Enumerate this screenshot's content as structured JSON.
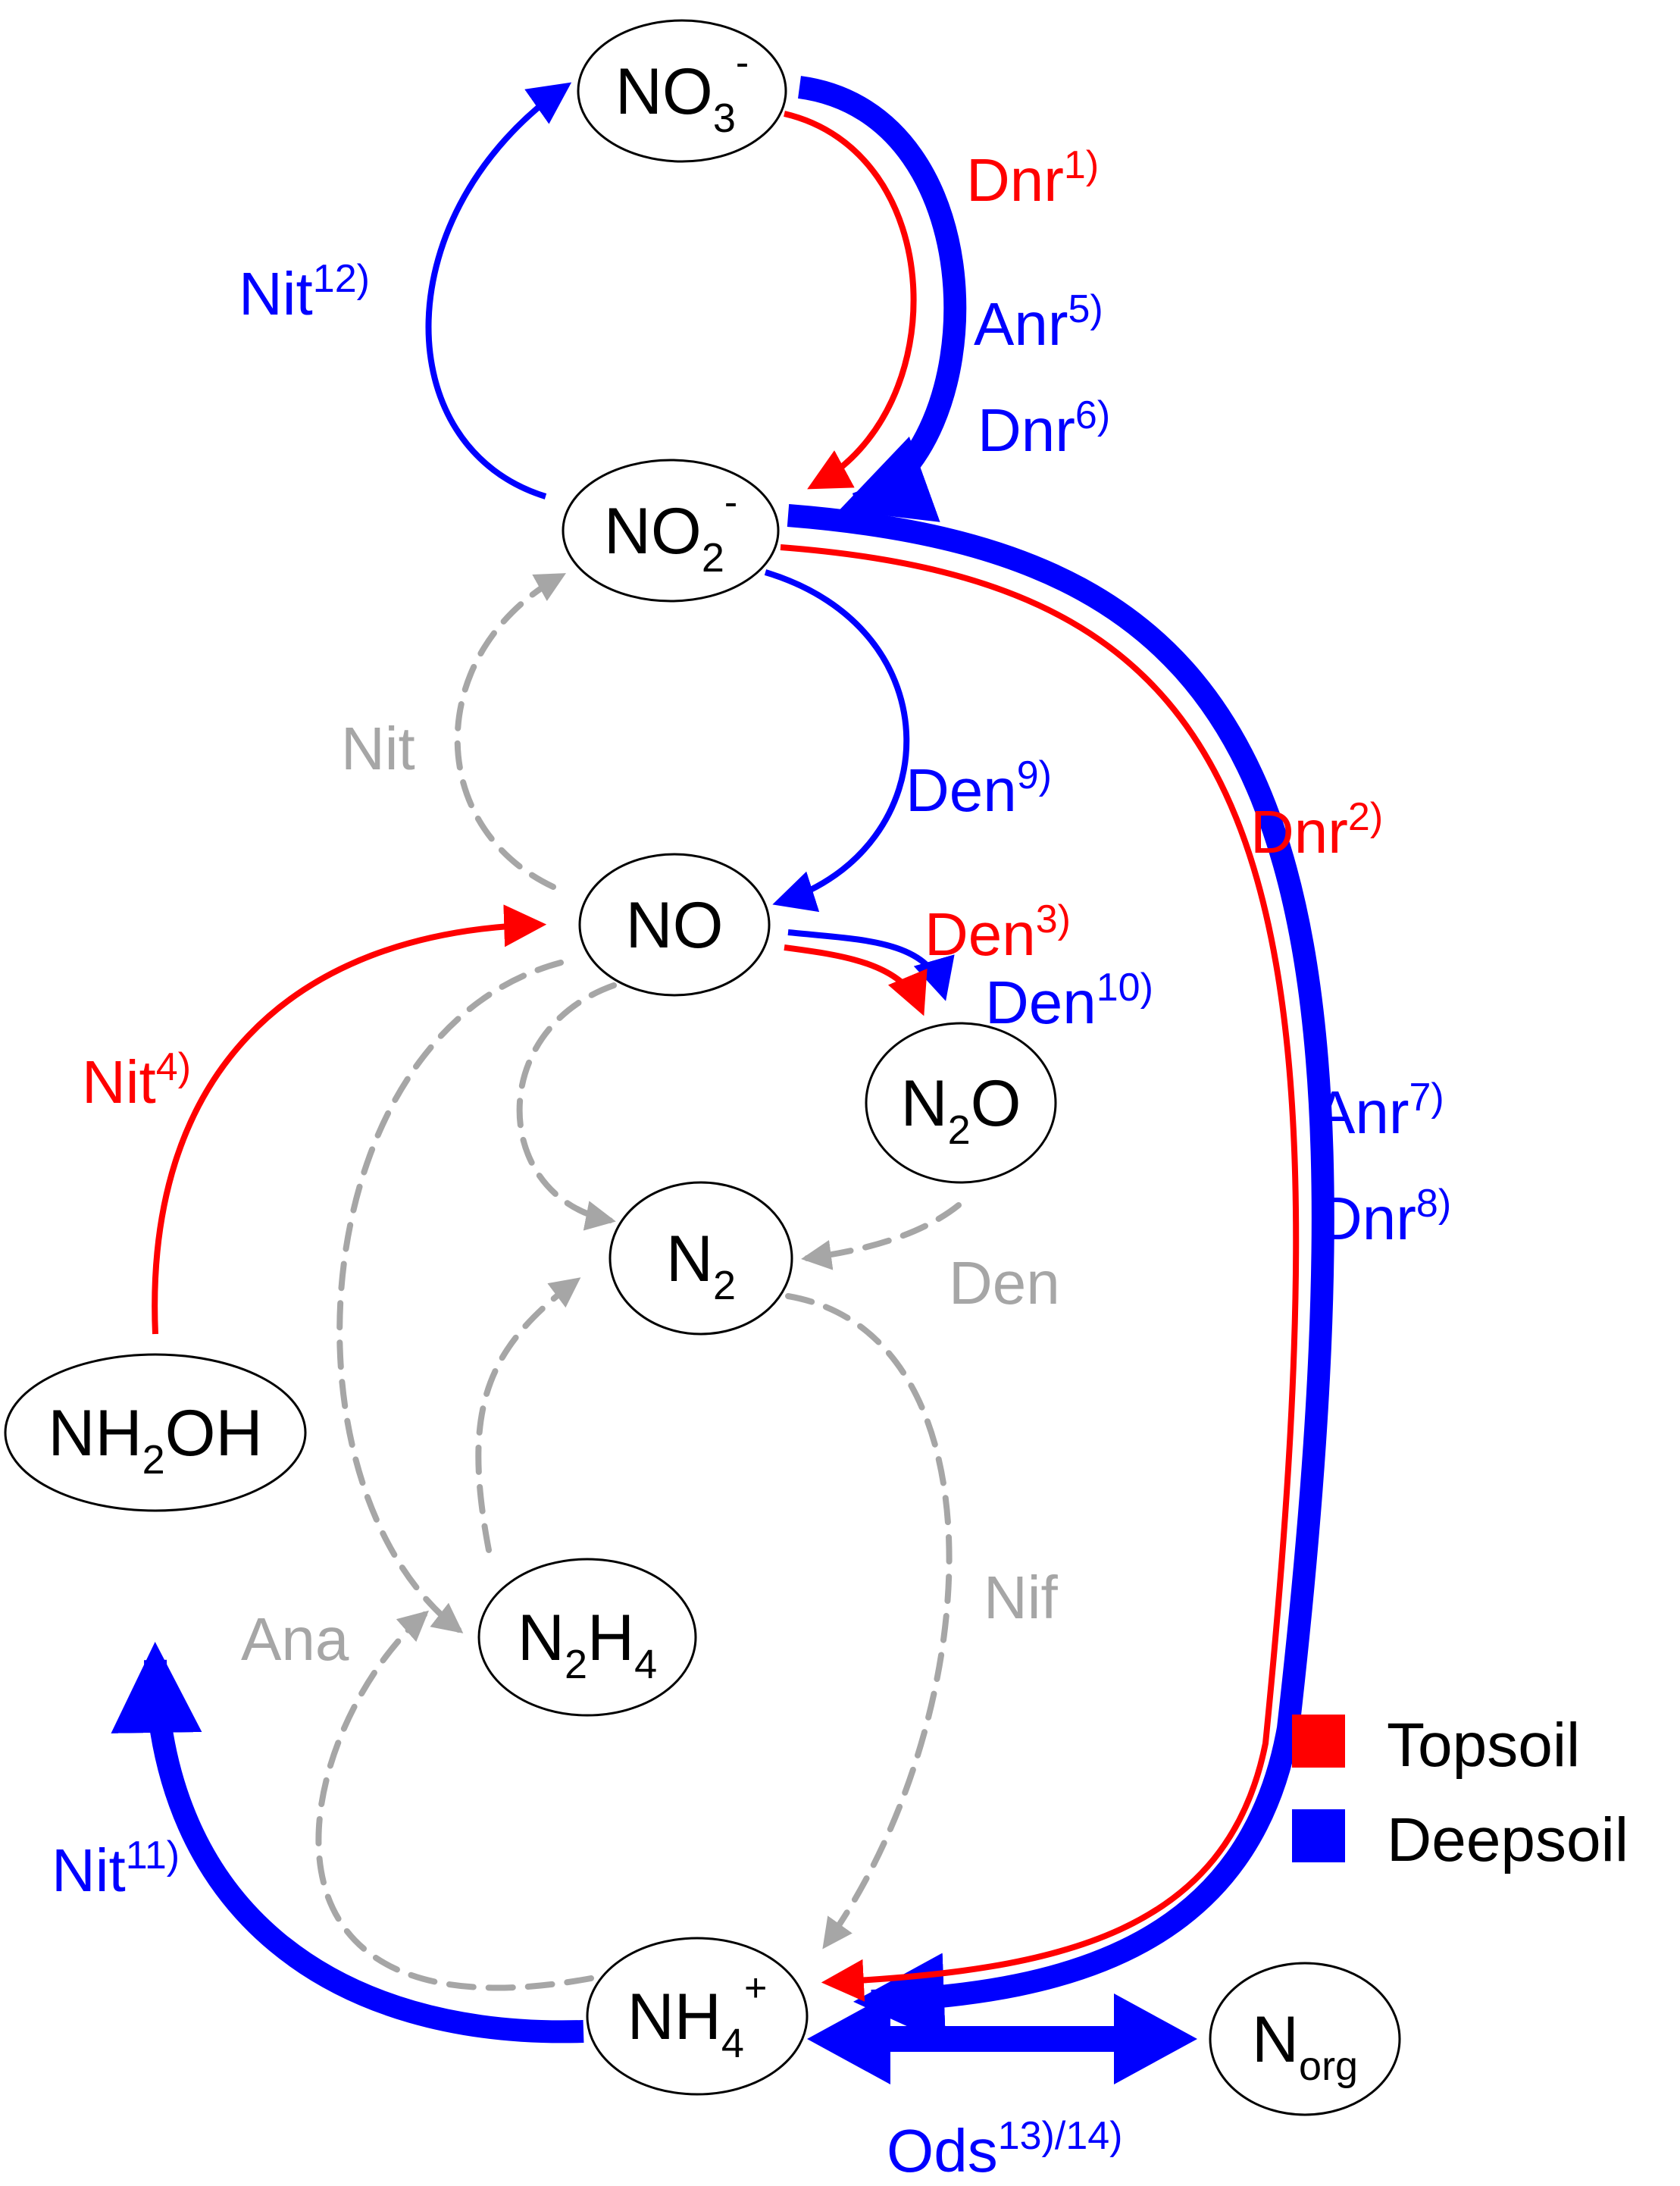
{
  "colors": {
    "topsoil": "#ff0000",
    "deepsoil": "#0000ff",
    "gray": "#a6a6a6"
  },
  "nodes": {
    "no3": {
      "base": "NO",
      "sub": "3",
      "sup": "-"
    },
    "no2": {
      "base": "NO",
      "sub": "2",
      "sup": "-"
    },
    "no": {
      "base": "NO"
    },
    "n2o": {
      "pre": "N",
      "sub": "2",
      "post": "O"
    },
    "n2": {
      "pre": "N",
      "sub": "2"
    },
    "nh2oh": {
      "pre": "NH",
      "sub": "2",
      "post": "OH"
    },
    "n2h4": {
      "pre": "N",
      "sub": "2",
      "mid": "H",
      "sub2": "4"
    },
    "nh4": {
      "base": "NH",
      "sub": "4",
      "sup": "+"
    },
    "norg": {
      "pre": "N",
      "sub": "org"
    }
  },
  "labels": {
    "dnr1": {
      "text": "Dnr",
      "sup": "1)"
    },
    "anr5": {
      "text": "Anr",
      "sup": "5)"
    },
    "dnr6": {
      "text": "Dnr",
      "sup": "6)"
    },
    "nit12": {
      "text": "Nit",
      "sup": "12)"
    },
    "nit_gray": {
      "text": "Nit"
    },
    "den9": {
      "text": "Den",
      "sup": "9)"
    },
    "dnr2": {
      "text": "Dnr",
      "sup": "2)"
    },
    "den3": {
      "text": "Den",
      "sup": "3)"
    },
    "den10": {
      "text": "Den",
      "sup": "10)"
    },
    "nit4": {
      "text": "Nit",
      "sup": "4)"
    },
    "anr7": {
      "text": "Anr",
      "sup": "7)"
    },
    "dnr8": {
      "text": "Dnr",
      "sup": "8)"
    },
    "den_gray": {
      "text": "Den"
    },
    "nif_gray": {
      "text": "Nif"
    },
    "ana_gray": {
      "text": "Ana"
    },
    "nit11": {
      "text": "Nit",
      "sup": "11)"
    },
    "ods": {
      "text": "Ods",
      "sup": "13)/14)"
    }
  },
  "legend": {
    "topsoil": "Topsoil",
    "deepsoil": "Deepsoil"
  }
}
